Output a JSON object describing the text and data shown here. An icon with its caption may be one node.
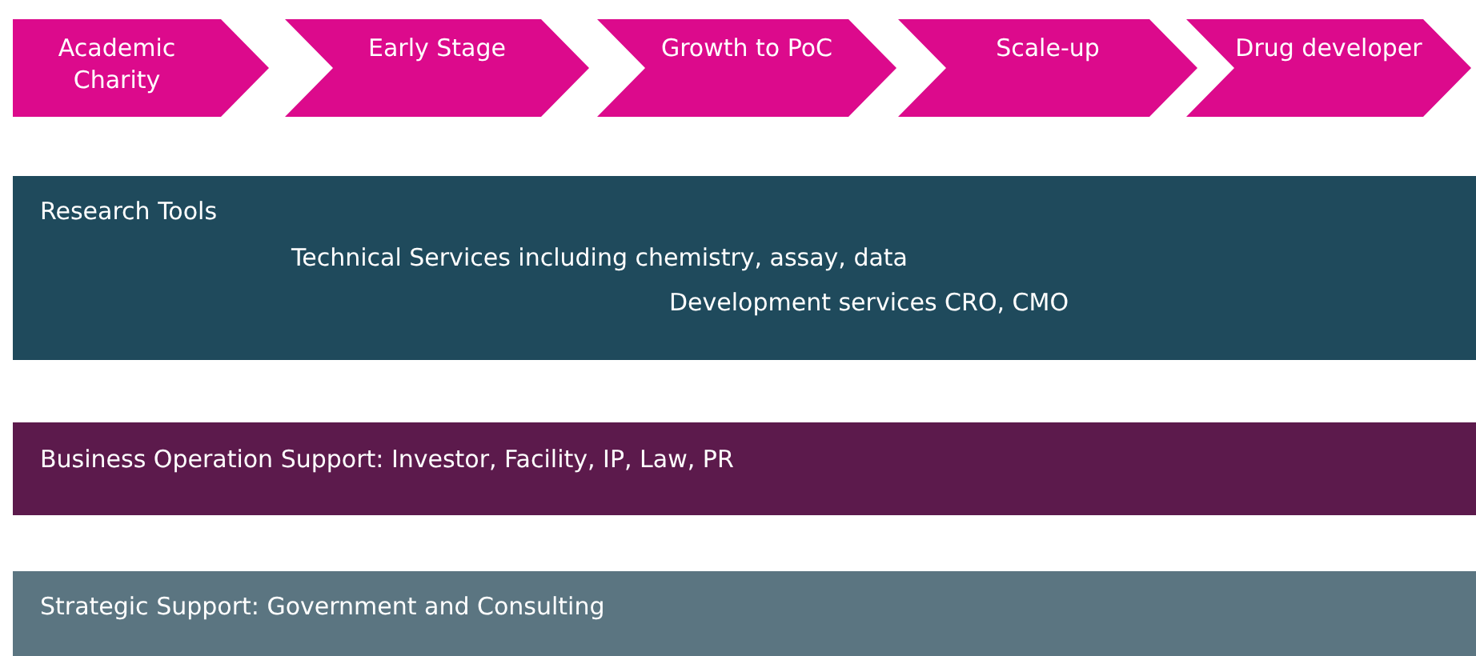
{
  "diagram": {
    "nodes": [
      {
        "text": [
          "Academic Charity"
        ]
      },
      {
        "text": [
          "Early Stage"
        ]
      },
      {
        "text": [
          "Growth to PoC"
        ]
      },
      {
        "text": [
          "Scale-up"
        ]
      },
      {
        "text": [
          "Drug developer"
        ]
      },
      {
        "text": [
          "Research Tools",
          "Technical Services including chemistry, assay, data",
          "Development services CRO, CMO"
        ]
      },
      {
        "text": [
          "Business Operation Support: Investor, Facility, IP, Law, PR"
        ]
      },
      {
        "text": [
          "Strategic Support: Government and Consulting"
        ]
      }
    ]
  }
}
